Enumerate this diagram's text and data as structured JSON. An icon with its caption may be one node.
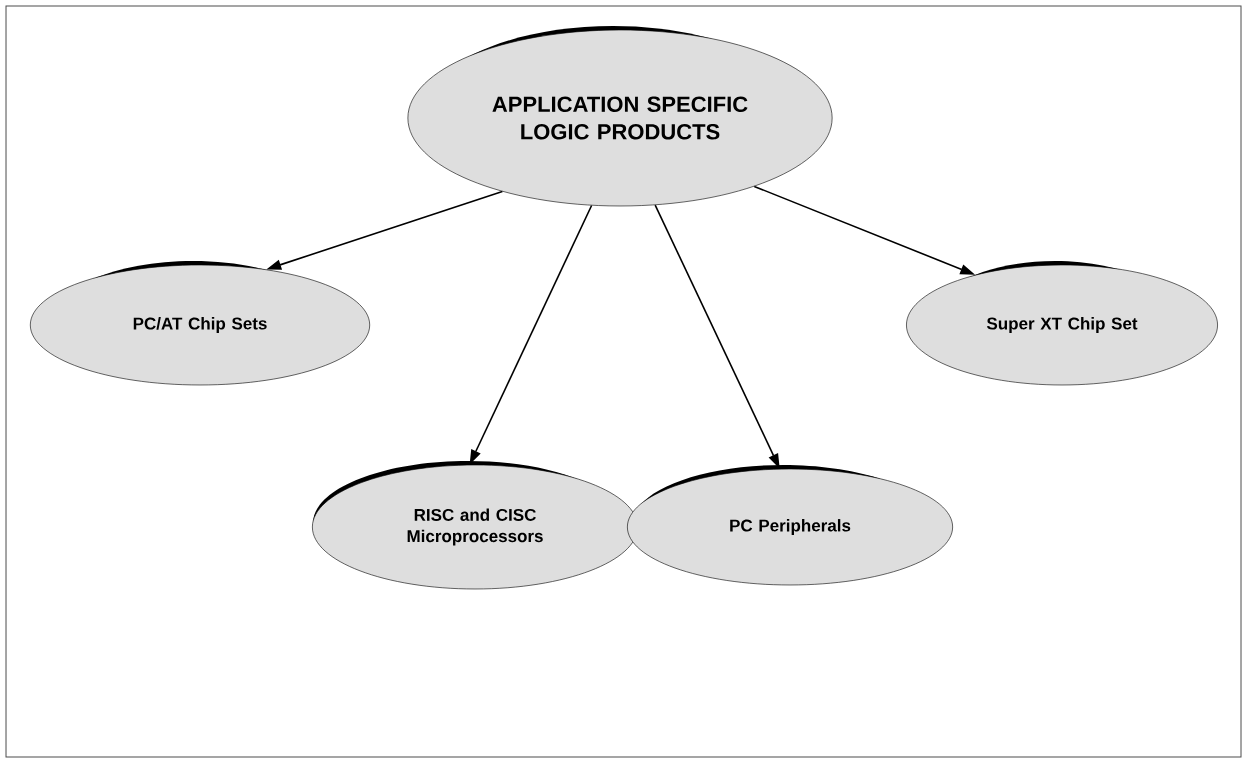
{
  "diagram": {
    "nodes": [
      {
        "text": [
          "APPLICATION SPECIFIC LOGIC PRODUCTS"
        ]
      },
      {
        "text": [
          "PC/AT Chip Sets"
        ]
      },
      {
        "text": [
          "RISC and CISC Microprocessors"
        ]
      },
      {
        "text": [
          "PC Peripherals"
        ]
      },
      {
        "text": [
          "Super XT Chip Set"
        ]
      }
    ],
    "edges": [
      {
        "from": 0,
        "to": 1,
        "arrow": "to"
      },
      {
        "from": 0,
        "to": 2,
        "arrow": "to"
      },
      {
        "from": 0,
        "to": 3,
        "arrow": "to"
      },
      {
        "from": 0,
        "to": 4,
        "arrow": "to"
      }
    ]
  }
}
